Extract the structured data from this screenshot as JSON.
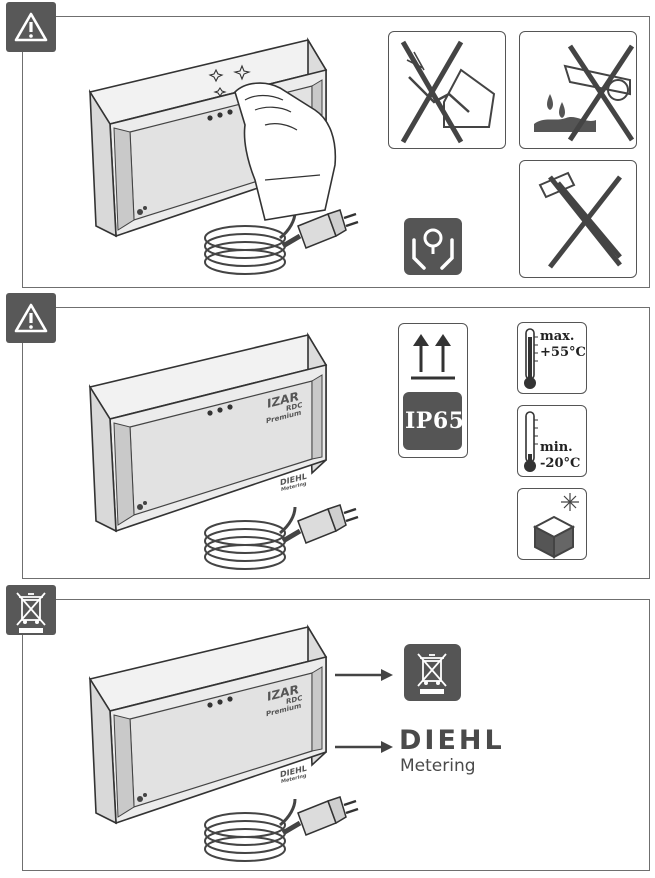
{
  "colors": {
    "icon_dark": "#585858",
    "outline": "#555555",
    "panel_border": "#6f6f6f",
    "device_body": "#efefef"
  },
  "sections": [
    {
      "id": "handling",
      "badge_icon": "warning-triangle-icon"
    },
    {
      "id": "environment",
      "badge_icon": "warning-triangle-icon"
    },
    {
      "id": "disposal",
      "badge_icon": "crossed-bin-icon"
    }
  ],
  "device": {
    "brand_main": "IZAR",
    "brand_model": "RDC",
    "brand_variant": "Premium",
    "maker_main": "DIEHL",
    "maker_sub": "Metering"
  },
  "section1": {
    "icons": [
      "no-bending-icon",
      "no-solvents-icon",
      "no-hammer-icon",
      "handle-with-care-icon"
    ]
  },
  "section2": {
    "orientation_icon": "this-way-up-icon",
    "ip_rating": "IP65",
    "temp_max_label": "max.",
    "temp_max_value": "+55°C",
    "temp_min_label": "min.",
    "temp_min_value": "-20°C",
    "sun_icon": "keep-out-of-sunlight-icon"
  },
  "section3": {
    "brand_main": "DIEHL",
    "brand_sub": "Metering",
    "weee_icon": "crossed-bin-icon"
  }
}
